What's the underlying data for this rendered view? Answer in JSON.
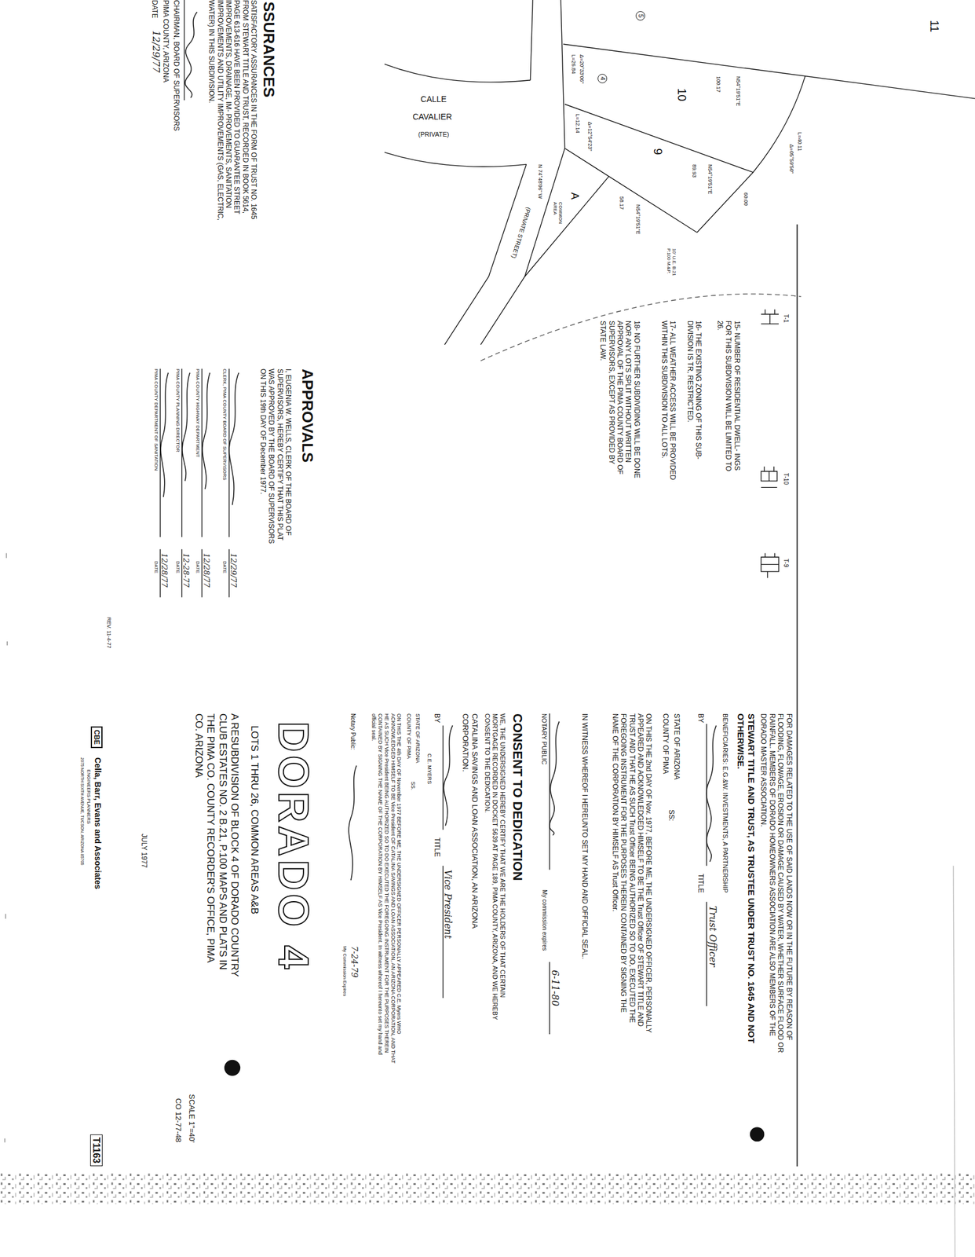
{
  "diagram": {
    "title": "DORADO 4",
    "labels": [
      "SSURANCES",
      "SATISFACTORY ASSURANCES IN THE FORM OF TRUST NO. 1645 FROM STEWART TITLE AND TRUST, RECORDED IN BOOK 5614, PAGE 613-616 HAVE BEEN PROVIDED TO GUARANTEE STREET IMPROVEMENTS, DRAINAGE, IM- PROVEMENTS, SANITATION IMPROVEMENTS AND UTILITY IMPROVEMENTS (GAS, ELECTRIC, WATER) IN THIS SUBDIVISION.",
      "CHAIRMAN, BOARD OF SUPERVISORS",
      "PIMA COUNTY, ARIZONA",
      "DATE",
      "12/29/77",
      "11",
      "10",
      "9",
      "A",
      "COMMON AREA",
      "N54°19'51\"E",
      "100.17",
      "N54°19'51\"E",
      "89.93",
      "N54°19'51\"E",
      "58.17",
      "60.00",
      "L=40.11",
      "Δ=05°59'50\"",
      "Δ=20°33'06\"",
      "L=26.84",
      "L=12.14",
      "Δ=12°54'23\"",
      "N 74°48'06\" W",
      "(PRIVATE STREET)",
      "CALLE",
      "CAVALIER",
      "(PRIVATE)",
      "4",
      "5",
      "10' U.E. B.21 P.100 M.&P.",
      "T-1",
      "T-10",
      "T-9",
      "15- NUMBER OF RESIDENTIAL DWELL- INGS FOR THIS SUBDIVISION WILL BE LIMITED TO 26.",
      "16- THE EXISTING ZONING OF THIS SUB- DIVISION IS TR, RESTRICTED.",
      "17- ALL WEATHER ACCESS WILL BE PROVIDED WITHIN THIS SUBDIVISION TO ALL LOTS.",
      "18- NO FURTHER SUBDIVIDING WILL BE DONE NOR ANY LOTS SPLIT WITHOUT WRITTEN APPROVAL OF THE PIMA COUNTY BOARD OF SUPERVISORS, EXCEPT AS PROVIDED BY STATE LAW.",
      "FOR DAMAGES RELATED TO THE USE OF SAID LANDS NOW OR IN THE FUTURE BY REASON OF FLOODING, FLOWAGE, EROSION OR DAMAGE CAUSED BY WATER, WHETHER SURFACE FLOOD OR RAINFALL. MEMBERS OF DORADO HOMEOWNERS ASSOCIATION ARE ALSO MEMBERS OF THE DORADO MASTER ASSOCIATION.",
      "STEWART TITLE AND TRUST, AS TRUSTEE UNDER TRUST NO. 1645 AND NOT OTHERWISE.",
      "BENEFICIARIES: E.G.&W. INVESTMENTS, A PARTNERSHIP",
      "BY",
      "TITLE",
      "Trust Officer",
      "STATE OF ARIZONA",
      "COUNTY OF PIMA",
      "SS:",
      "ON THIS THE 2nd DAY OF Nov. 1977, BEFORE ME, THE UNDERSIGNED OFFICER, PERSONALLY APPEARED AND ACKNOWLEDGED HIMSELF TO BE THE Trust Officer OF STEWART TITLE AND TRUST AND THAT HE AS SUCH Trust Officer BEING AUTHORIZED SO TO DO, EXECUTED THE FOREGOING INSTRUMENT FOR THE PURPOSES THEREIN CONTAINED BY SIGNING THE NAME OF THE CORPORATION BY HIMSELF AS Trust Officer.",
      "IN WITNESS WHEREOF I HEREUNTO SET MY HAND AND OFFICIAL SEAL.",
      "NOTARY PUBLIC",
      "My commission expires",
      "6-11-80",
      "CONSENT TO DEDICATION",
      "WE, THE UNDERSIGNED HEREBY CERTIFY THAT WE ARE THE HOLDERS OF THAT CERTAIN MORTGAGE RECORDED IN DOCKET 5639 AT PAGE 189, PIMA COUNTY, ARIZONA, AND WE HEREBY CONSENT TO THE DEDICATION.",
      "CATALINA SAVINGS AND LOAN ASSOCIATION, AN ARIZONA CORPORATION.",
      "BY",
      "C.E. MYERS",
      "TITLE",
      "Vice President",
      "STATE OF ARIZONA",
      "COUNTY OF PIMA",
      "SS.",
      "ON THIS THE 4th DAY OF November 1977 BEFORE ME, THE UNDERSIGNED OFFICER PERSONALLY APPEARED C.E. Myers WHO ACKNOWLEDGED HIMSELF TO BE Vice President OF CATALINA SAVINGS AND LOAN ASSOCIATION, AN ARIZONA CORPORATION, AND THAT HE AS SUCH Vice President BEING AUTHORIZED SO TO DO EXECUTED THE FOREGOING INSTRUMENT FOR THE PURPOSES THEREIN CONTAINED BY SIGNING THE NAME OF THE CORPORATION BY HIMSELF AS Vice President. In witness whereof I hereunto set my hand and official seal.",
      "Notary Public:",
      "7-24-79",
      "My Commission Expires",
      "LOTS 1 THRU 26, COMMON AREAS A&B",
      "A RESUBDIVISION OF BLOCK 4 OF DORADO COUNTRY CLUB ESTATES NO. 2 B.21, P.100 MAPS AND PLATS IN THE PIMA CO. COUNTY RECORDER'S OFFICE, PIMA CO. ARIZONA",
      "SCALE 1\"=40'",
      "CO 12-77-48",
      "JULY 1977",
      "REV. 11-4-77",
      "CBE",
      "Cella, Barr, Evans and Associates",
      "ENGINEERS PLANNERS",
      "2075 NORTH SIXTH AVENUE, TUCSON, ARIZONA 85705",
      "T1163",
      "APPROVALS",
      "I, EUGENIA W. WELLS, CLERK OF THE BOARD OF SUPERVISORS, HEREBY CERTIFY THAT THIS PLAT WAS APPROVED BY THE BOARD OF SUPERVISORS ON THIS 19th DAY OF December 1977.",
      "CLERK, PIMA COUNTY BOARD OF SUPERVISORS",
      "DATE",
      "12/29/77",
      "PIMA COUNTY HIGHWAY DEPARTMENT",
      "DATE",
      "12/28/77",
      "PIMA COUNTY PLANNING DIRECTOR",
      "DATE",
      "12-28-77",
      "PIMA COUNTY DEPARTMENT OF SANITATION",
      "DATE",
      "12/28/77"
    ]
  }
}
